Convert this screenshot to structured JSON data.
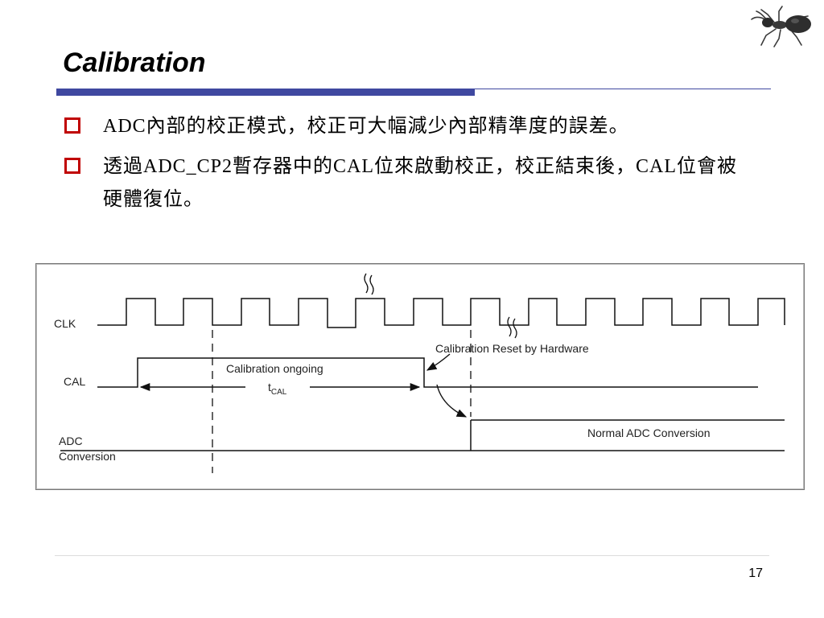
{
  "slide": {
    "title": "Calibration",
    "page_number": "17",
    "logo_icon": "ant-icon",
    "accent_color": "#3f48a0",
    "bullet_color": "#c00000"
  },
  "bullets": [
    "ADC內部的校正模式，校正可大幅減少內部精準度的誤差。",
    "透過ADC_CP2暫存器中的CAL位來啟動校正，校正結束後，CAL位會被硬體復位。"
  ],
  "timing_diagram": {
    "signals": {
      "clk": "CLK",
      "cal": "CAL",
      "adc_line1": "ADC",
      "adc_line2": "Conversion"
    },
    "annotations": {
      "calibration_ongoing": "Calibration ongoing",
      "t_cal_main": "t",
      "t_cal_sub": "CAL",
      "reset_by_hardware": "Calibration Reset by Hardware",
      "normal_conversion": "Normal ADC Conversion"
    }
  }
}
